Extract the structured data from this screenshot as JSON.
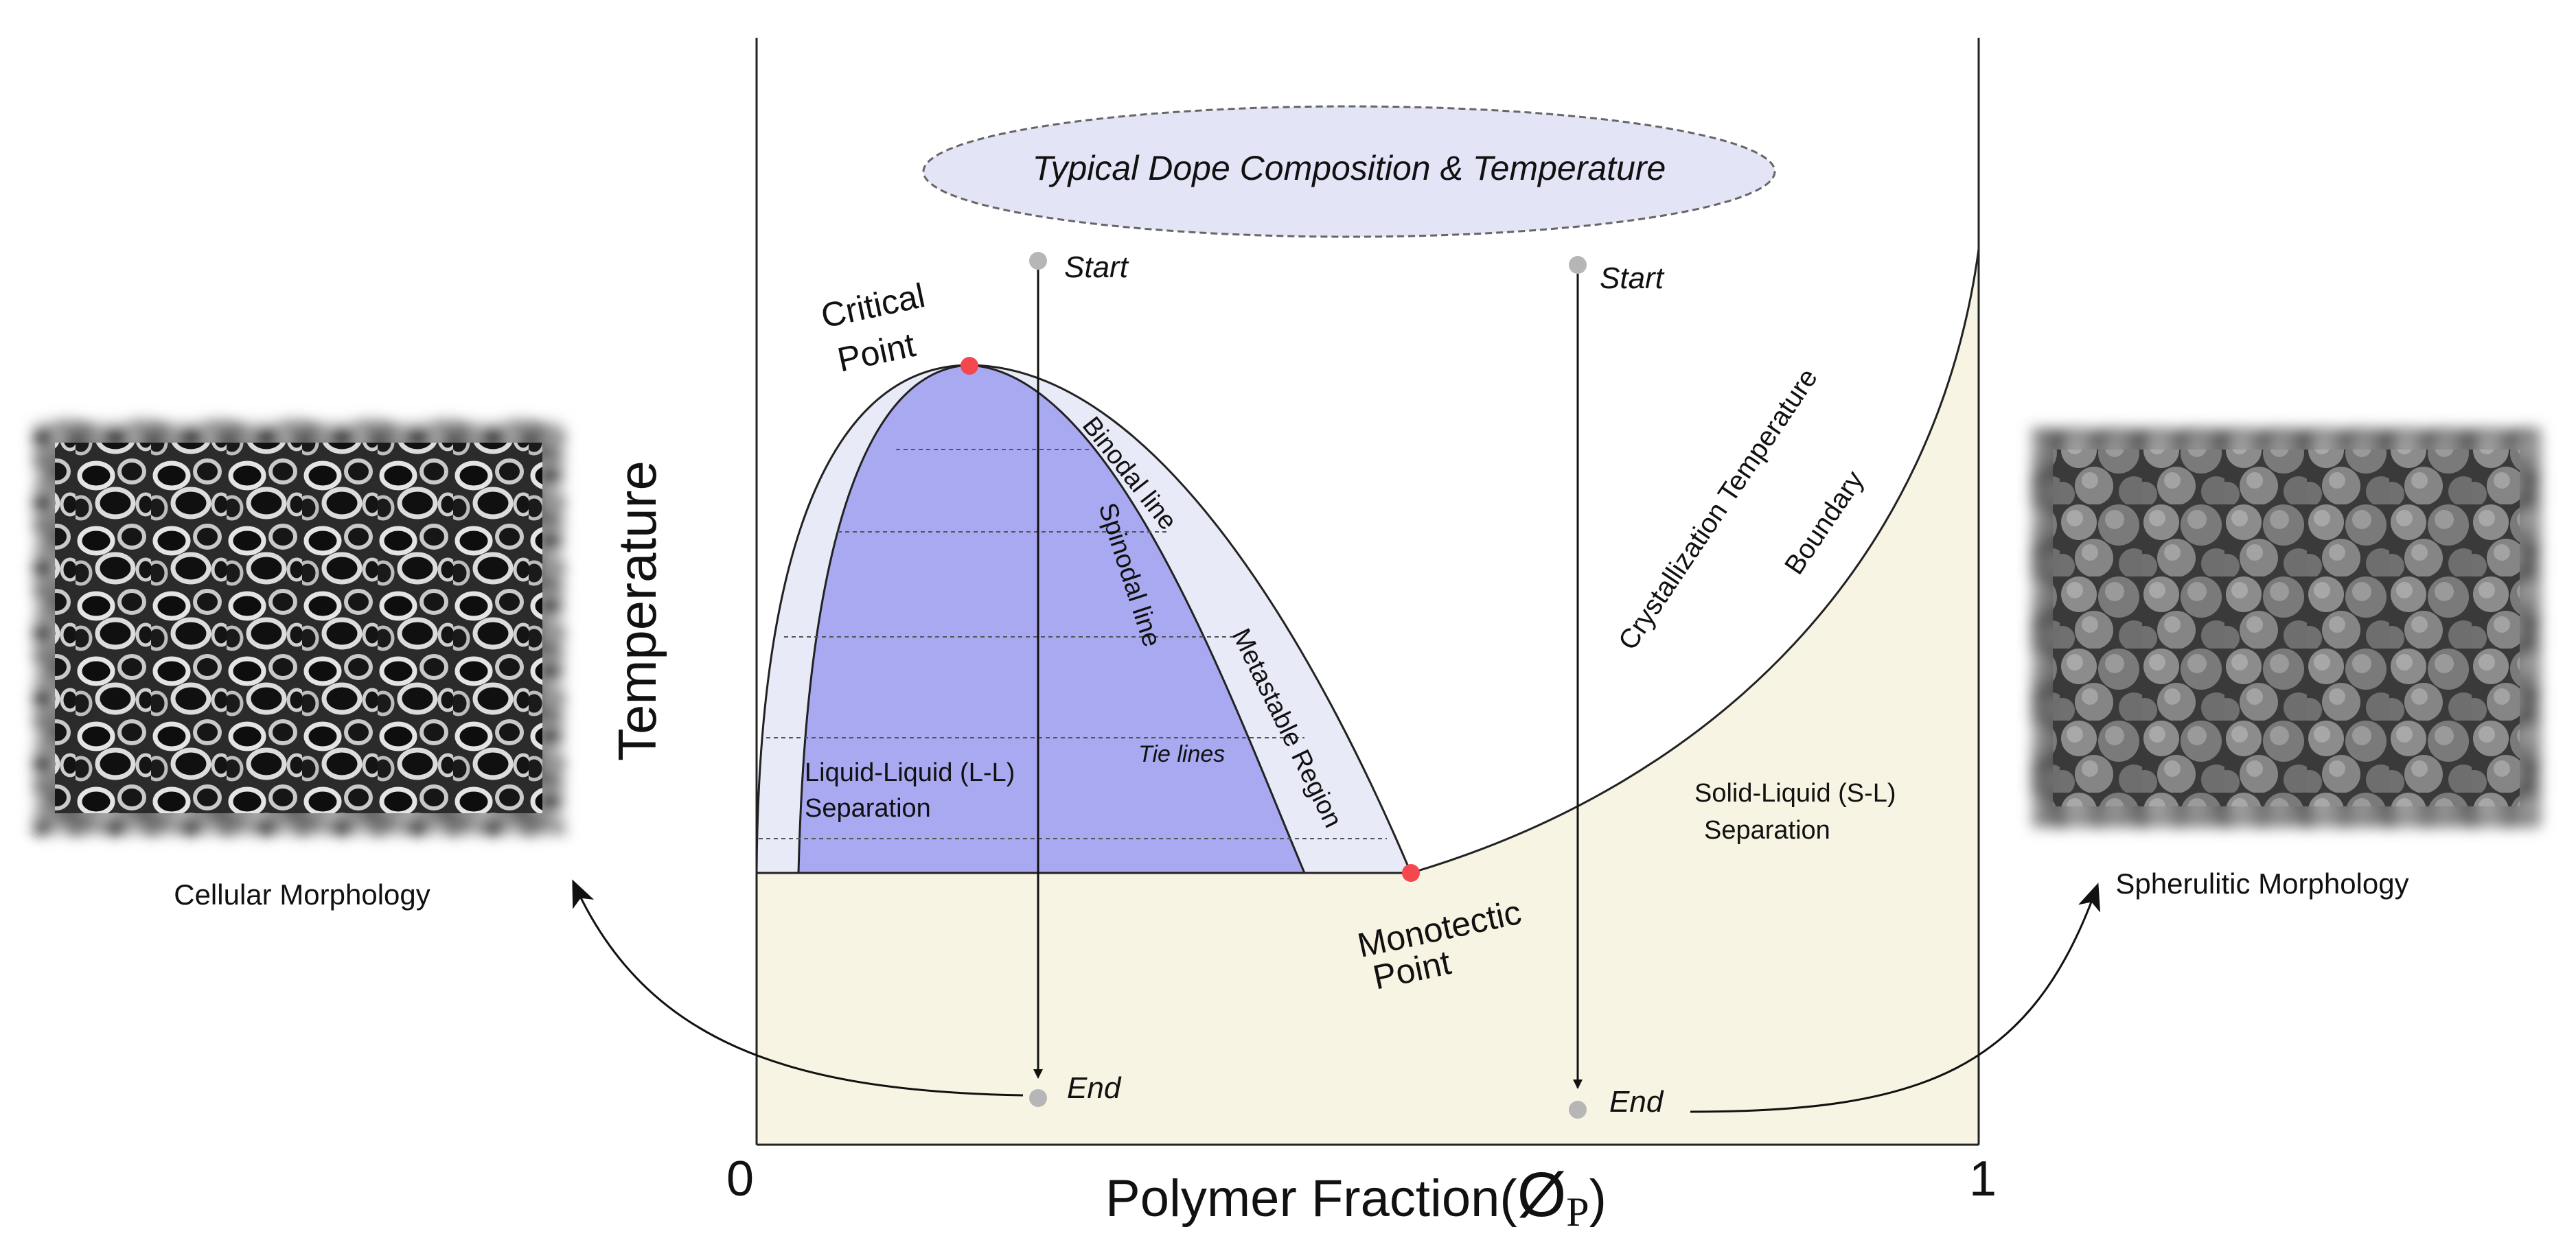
{
  "colors": {
    "background": "#ffffff",
    "solid_liquid_region": "#f7f4e3",
    "spinodal_region": "#a9a9f2",
    "metastable_region": "#e8eaf7",
    "dope_ellipse_fill": "#e3e4f6",
    "marker_red": "#f4474f",
    "marker_gray": "#b6b6b6",
    "line": "#222222"
  },
  "axes": {
    "y_label": "Temperature",
    "x_label": "Polymer Fraction(",
    "x_symbol": "Ø",
    "x_subscript": "P",
    "x_label_close": ")",
    "x_tick_min": "0",
    "x_tick_max": "1"
  },
  "dope": {
    "label": "Typical Dope  Composition & Temperature"
  },
  "points": {
    "critical_line1": "Critical",
    "critical_line2": "Point",
    "monotectic_line1": "Monotectic",
    "monotectic_line2": "Point"
  },
  "lines": {
    "binodal": "Binodal line",
    "spinodal": "Spinodal line",
    "metastable": "Metastable Region",
    "tie_lines": "Tie lines",
    "crystallization_line1": "Crystallization Temperature",
    "crystallization_line2": "Boundary"
  },
  "regions": {
    "ll_line1": "Liquid-Liquid (L-L)",
    "ll_line2": "Separation",
    "sl_line1": "Solid-Liquid (S-L)",
    "sl_line2": "Separation"
  },
  "paths": {
    "start": "Start",
    "end": "End"
  },
  "morphology": {
    "left_label": "Cellular Morphology",
    "right_label": "Spherulitic Morphology"
  }
}
